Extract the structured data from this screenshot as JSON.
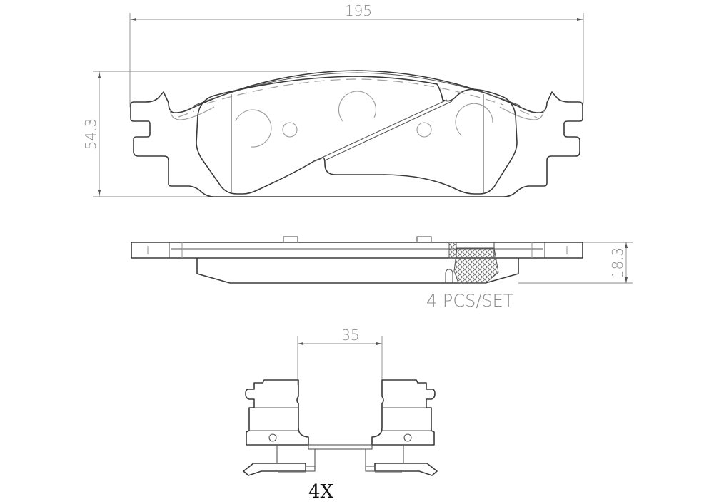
{
  "drawing": {
    "title": "Brake pad set technical drawing",
    "dimensions": {
      "width": "195",
      "height": "54.3",
      "thickness": "18.3",
      "clip_width": "35"
    },
    "notes": {
      "pcs_per_set": "4 PCS/SET",
      "clip_quantity": "4X"
    },
    "views": [
      {
        "name": "front-view",
        "description": "Brake pad front outline with friction material and wear groove"
      },
      {
        "name": "side-view",
        "description": "Brake pad edge profile with backing plate and hatched wear indicator"
      },
      {
        "name": "clip-view",
        "description": "Abutment clip hardware"
      }
    ],
    "colors": {
      "outline": "#3a3a3a",
      "dimension": "#8c8c8c",
      "background": "#ffffff"
    }
  }
}
